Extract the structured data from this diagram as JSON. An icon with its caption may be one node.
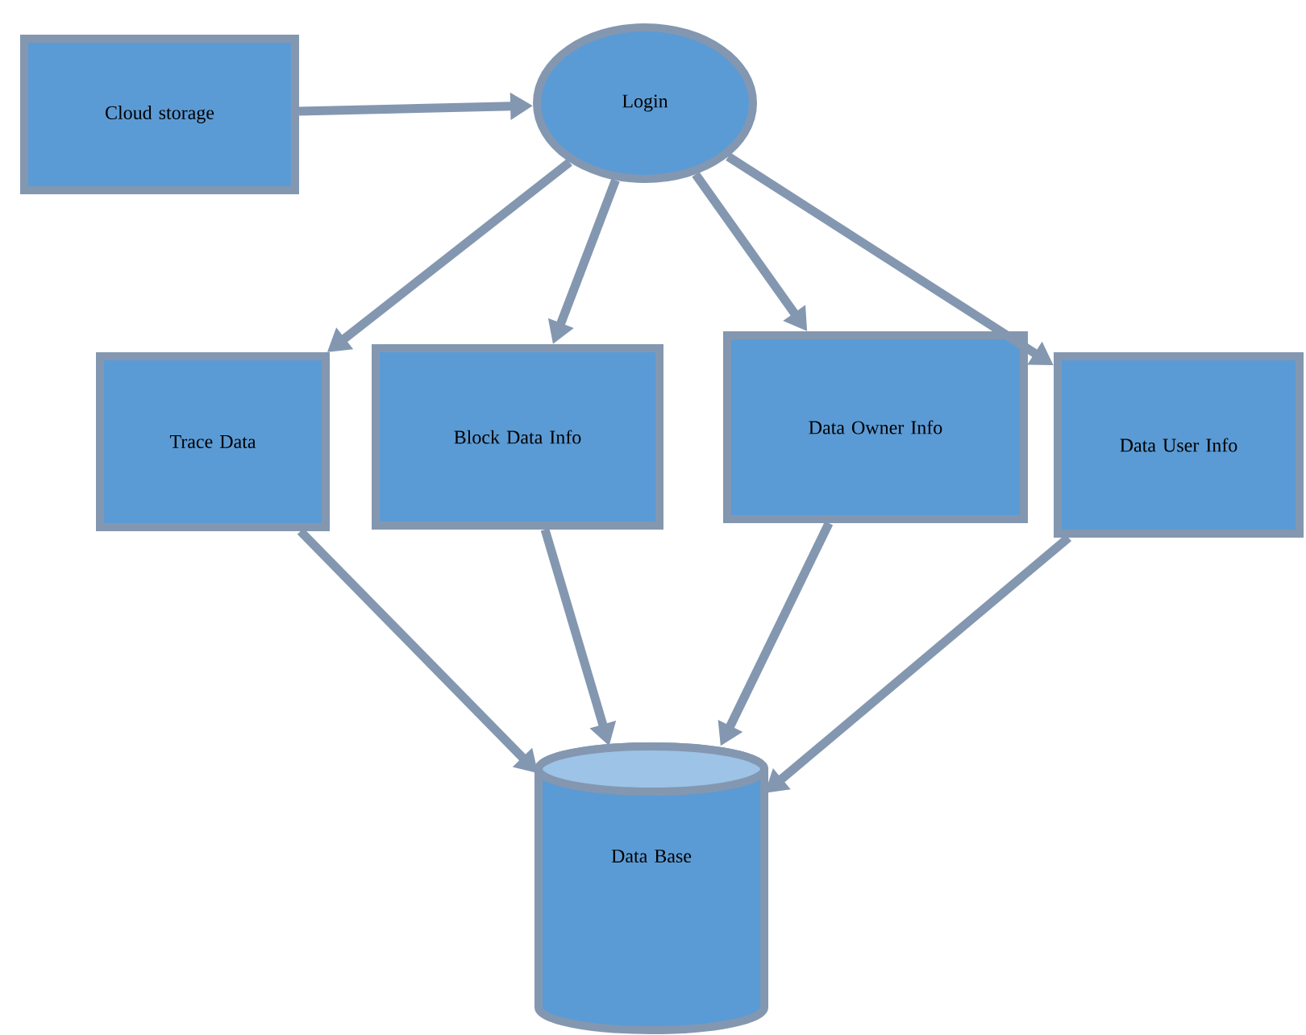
{
  "diagram": {
    "nodes": [
      {
        "text": [
          "Cloud storage"
        ]
      },
      {
        "text": [
          "Login"
        ]
      },
      {
        "text": [
          "Trace Data"
        ]
      },
      {
        "text": [
          "Block Data Info"
        ]
      },
      {
        "text": [
          "Data Owner Info"
        ]
      },
      {
        "text": [
          "Data User Info"
        ]
      },
      {
        "text": [
          "Data Base"
        ]
      }
    ],
    "edges": [
      {
        "from": 0,
        "to": 1,
        "arrow": "to"
      },
      {
        "from": 1,
        "to": 2,
        "arrow": "to"
      },
      {
        "from": 1,
        "to": 3,
        "arrow": "to"
      },
      {
        "from": 1,
        "to": 4,
        "arrow": "to"
      },
      {
        "from": 1,
        "to": 5,
        "arrow": "to"
      },
      {
        "from": 2,
        "to": 6,
        "arrow": "to"
      },
      {
        "from": 3,
        "to": 6,
        "arrow": "to"
      },
      {
        "from": 4,
        "to": 6,
        "arrow": "to"
      },
      {
        "from": 5,
        "to": 6,
        "arrow": "to"
      }
    ]
  }
}
